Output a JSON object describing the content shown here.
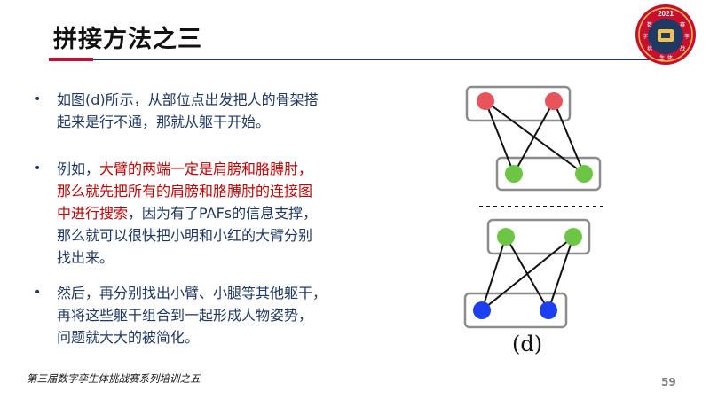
{
  "title": "拼接方法之三",
  "logo": {
    "year": "2021",
    "chars": [
      "数",
      "赛",
      "字",
      "孪",
      "挑",
      "战",
      "生",
      "体"
    ],
    "colors": {
      "ring": "#c8102e",
      "inner": "#1f3864",
      "gold": "#f2c14e"
    }
  },
  "bullets": [
    {
      "marker": "•",
      "lines": [
        [
          {
            "text": "如图(d)所示，从部位点出发把人的骨架搭",
            "color": "blue"
          }
        ],
        [
          {
            "text": "起来是行不通，那就从躯干开始。",
            "color": "blue"
          }
        ]
      ]
    },
    {
      "marker": "•",
      "lines": [
        [
          {
            "text": "例如，",
            "color": "blue"
          },
          {
            "text": "大臂的两端一定是肩膀和胳膊肘，",
            "color": "red"
          }
        ],
        [
          {
            "text": "那么就先把所有的肩膀和胳膊肘的连接图",
            "color": "red"
          }
        ],
        [
          {
            "text": "中进行搜索",
            "color": "red"
          },
          {
            "text": "，因为有了PAFs的信息支撑，",
            "color": "blue"
          }
        ],
        [
          {
            "text": "那么就可以很快把小明和小红的大臂分别",
            "color": "blue"
          }
        ],
        [
          {
            "text": "找出来。",
            "color": "blue"
          }
        ]
      ]
    },
    {
      "marker": "•",
      "lines": [
        [
          {
            "text": "然后，再分别找出小臂、小腿等其他躯干，",
            "color": "blue"
          }
        ],
        [
          {
            "text": "再将这些躯干组合到一起形成人物姿势，",
            "color": "blue"
          }
        ],
        [
          {
            "text": "问题就大大的被简化。",
            "color": "blue"
          }
        ]
      ]
    }
  ],
  "figure": {
    "label": "(d)",
    "node_colors": {
      "red": "#e8545b",
      "green": "#6cc644",
      "blue": "#1c3ff0"
    }
  },
  "footer": "第三届数字孪生体挑战赛系列培训之五",
  "page_number": "59",
  "colors": {
    "title_red_bar": "#c8102e",
    "title_blue_line": "#1f3864",
    "text_blue": "#1f3864",
    "text_red": "#c00000"
  }
}
